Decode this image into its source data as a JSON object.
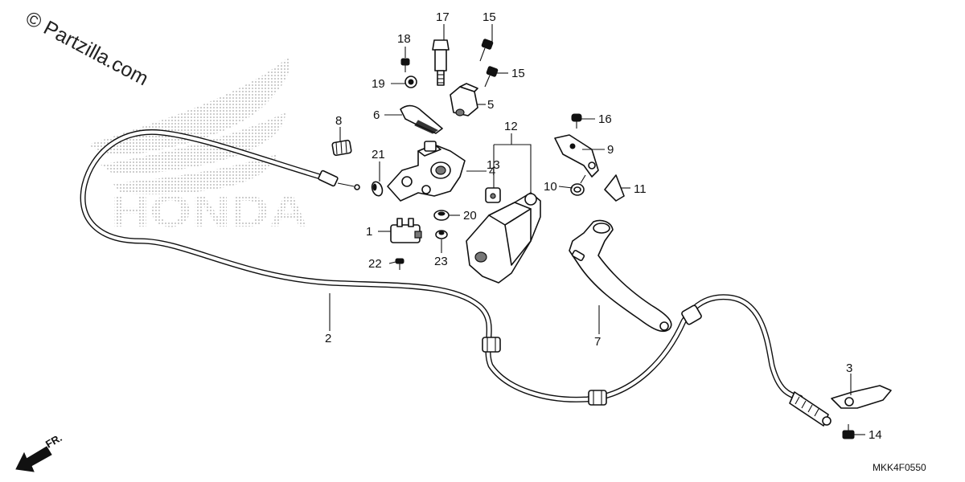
{
  "watermark": {
    "text": "© Partzilla.com"
  },
  "brand": {
    "logo_text": "HONDA",
    "logo_color": "#888888"
  },
  "diagram_code": "MKK4F0550",
  "direction_indicator": {
    "text": "FR."
  },
  "callouts": [
    {
      "id": "c1",
      "text": "1"
    },
    {
      "id": "c2",
      "text": "2"
    },
    {
      "id": "c3",
      "text": "3"
    },
    {
      "id": "c4",
      "text": "4"
    },
    {
      "id": "c5",
      "text": "5"
    },
    {
      "id": "c6",
      "text": "6"
    },
    {
      "id": "c7",
      "text": "7"
    },
    {
      "id": "c8",
      "text": "8"
    },
    {
      "id": "c9",
      "text": "9"
    },
    {
      "id": "c10",
      "text": "10"
    },
    {
      "id": "c11",
      "text": "11"
    },
    {
      "id": "c12",
      "text": "12"
    },
    {
      "id": "c13",
      "text": "13"
    },
    {
      "id": "c14",
      "text": "14"
    },
    {
      "id": "c15a",
      "text": "15"
    },
    {
      "id": "c15b",
      "text": "15"
    },
    {
      "id": "c16",
      "text": "16"
    },
    {
      "id": "c17",
      "text": "17"
    },
    {
      "id": "c18",
      "text": "18"
    },
    {
      "id": "c19",
      "text": "19"
    },
    {
      "id": "c20",
      "text": "20"
    },
    {
      "id": "c21",
      "text": "21"
    },
    {
      "id": "c22",
      "text": "22"
    },
    {
      "id": "c23",
      "text": "23"
    }
  ]
}
